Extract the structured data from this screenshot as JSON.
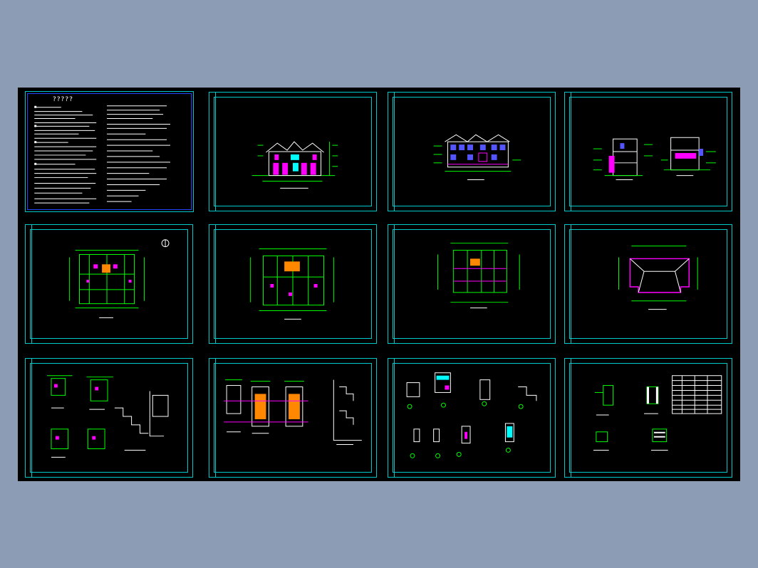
{
  "notes_title": "?????",
  "sheets": [
    {
      "id": "design-notes",
      "kind": "notes"
    },
    {
      "id": "south-elevation",
      "kind": "elevation"
    },
    {
      "id": "north-elevation",
      "kind": "elevation"
    },
    {
      "id": "sections",
      "kind": "section"
    },
    {
      "id": "ground-floor-plan",
      "kind": "plan"
    },
    {
      "id": "second-floor-plan",
      "kind": "plan"
    },
    {
      "id": "third-floor-plan",
      "kind": "plan"
    },
    {
      "id": "roof-plan",
      "kind": "plan"
    },
    {
      "id": "stair-details",
      "kind": "detail"
    },
    {
      "id": "stair-sections",
      "kind": "detail"
    },
    {
      "id": "wall-details",
      "kind": "detail"
    },
    {
      "id": "door-window-schedule",
      "kind": "detail"
    }
  ],
  "colors": {
    "background": "#8b9cb4",
    "viewport": "#000000",
    "frame": "#00c8c8",
    "line_green": "#00ff00",
    "line_magenta": "#ff00ff",
    "line_white": "#ffffff",
    "line_blue": "#2244ff",
    "line_orange": "#ff8800"
  }
}
